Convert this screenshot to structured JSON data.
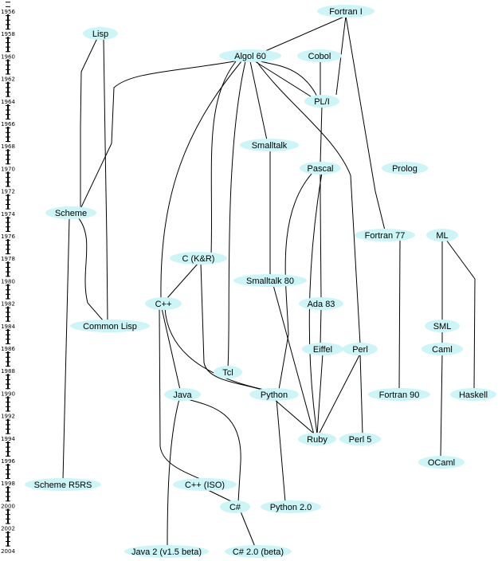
{
  "colors": {
    "node_fill": "#ccf5f7",
    "edge": "#000000",
    "text": "#000000"
  },
  "timeline": {
    "years": [
      "1956",
      "1958",
      "1960",
      "1962",
      "1964",
      "1966",
      "1968",
      "1970",
      "1972",
      "1974",
      "1976",
      "1978",
      "1980",
      "1982",
      "1984",
      "1986",
      "1988",
      "1990",
      "1992",
      "1994",
      "1996",
      "1998",
      "2000",
      "2002",
      "2004"
    ]
  },
  "languages": [
    {
      "id": "fortran1",
      "label": "Fortran I"
    },
    {
      "id": "lisp",
      "label": "Lisp"
    },
    {
      "id": "algol60",
      "label": "Algol 60"
    },
    {
      "id": "cobol",
      "label": "Cobol"
    },
    {
      "id": "pl1",
      "label": "PL/I"
    },
    {
      "id": "smalltalk",
      "label": "Smalltalk"
    },
    {
      "id": "pascal",
      "label": "Pascal"
    },
    {
      "id": "prolog",
      "label": "Prolog"
    },
    {
      "id": "scheme",
      "label": "Scheme"
    },
    {
      "id": "fortran77",
      "label": "Fortran 77"
    },
    {
      "id": "ml",
      "label": "ML"
    },
    {
      "id": "ckr",
      "label": "C (K&R)"
    },
    {
      "id": "smalltalk80",
      "label": "Smalltalk 80"
    },
    {
      "id": "cpp",
      "label": "C++"
    },
    {
      "id": "ada83",
      "label": "Ada 83"
    },
    {
      "id": "commonlisp",
      "label": "Common Lisp"
    },
    {
      "id": "sml",
      "label": "SML"
    },
    {
      "id": "eiffel",
      "label": "Eiffel"
    },
    {
      "id": "perl",
      "label": "Perl"
    },
    {
      "id": "caml",
      "label": "Caml"
    },
    {
      "id": "tcl",
      "label": "Tcl"
    },
    {
      "id": "java",
      "label": "Java"
    },
    {
      "id": "python",
      "label": "Python"
    },
    {
      "id": "fortran90",
      "label": "Fortran 90"
    },
    {
      "id": "haskell",
      "label": "Haskell"
    },
    {
      "id": "ruby",
      "label": "Ruby"
    },
    {
      "id": "perl5",
      "label": "Perl 5"
    },
    {
      "id": "ocaml",
      "label": "OCaml"
    },
    {
      "id": "schemer5rs",
      "label": "Scheme R5RS"
    },
    {
      "id": "cppiso",
      "label": "C++ (ISO)"
    },
    {
      "id": "csharp",
      "label": "C#"
    },
    {
      "id": "python20",
      "label": "Python 2.0"
    },
    {
      "id": "java2",
      "label": "Java 2 (v1.5 beta)"
    },
    {
      "id": "csharp20",
      "label": "C# 2.0 (beta)"
    }
  ]
}
